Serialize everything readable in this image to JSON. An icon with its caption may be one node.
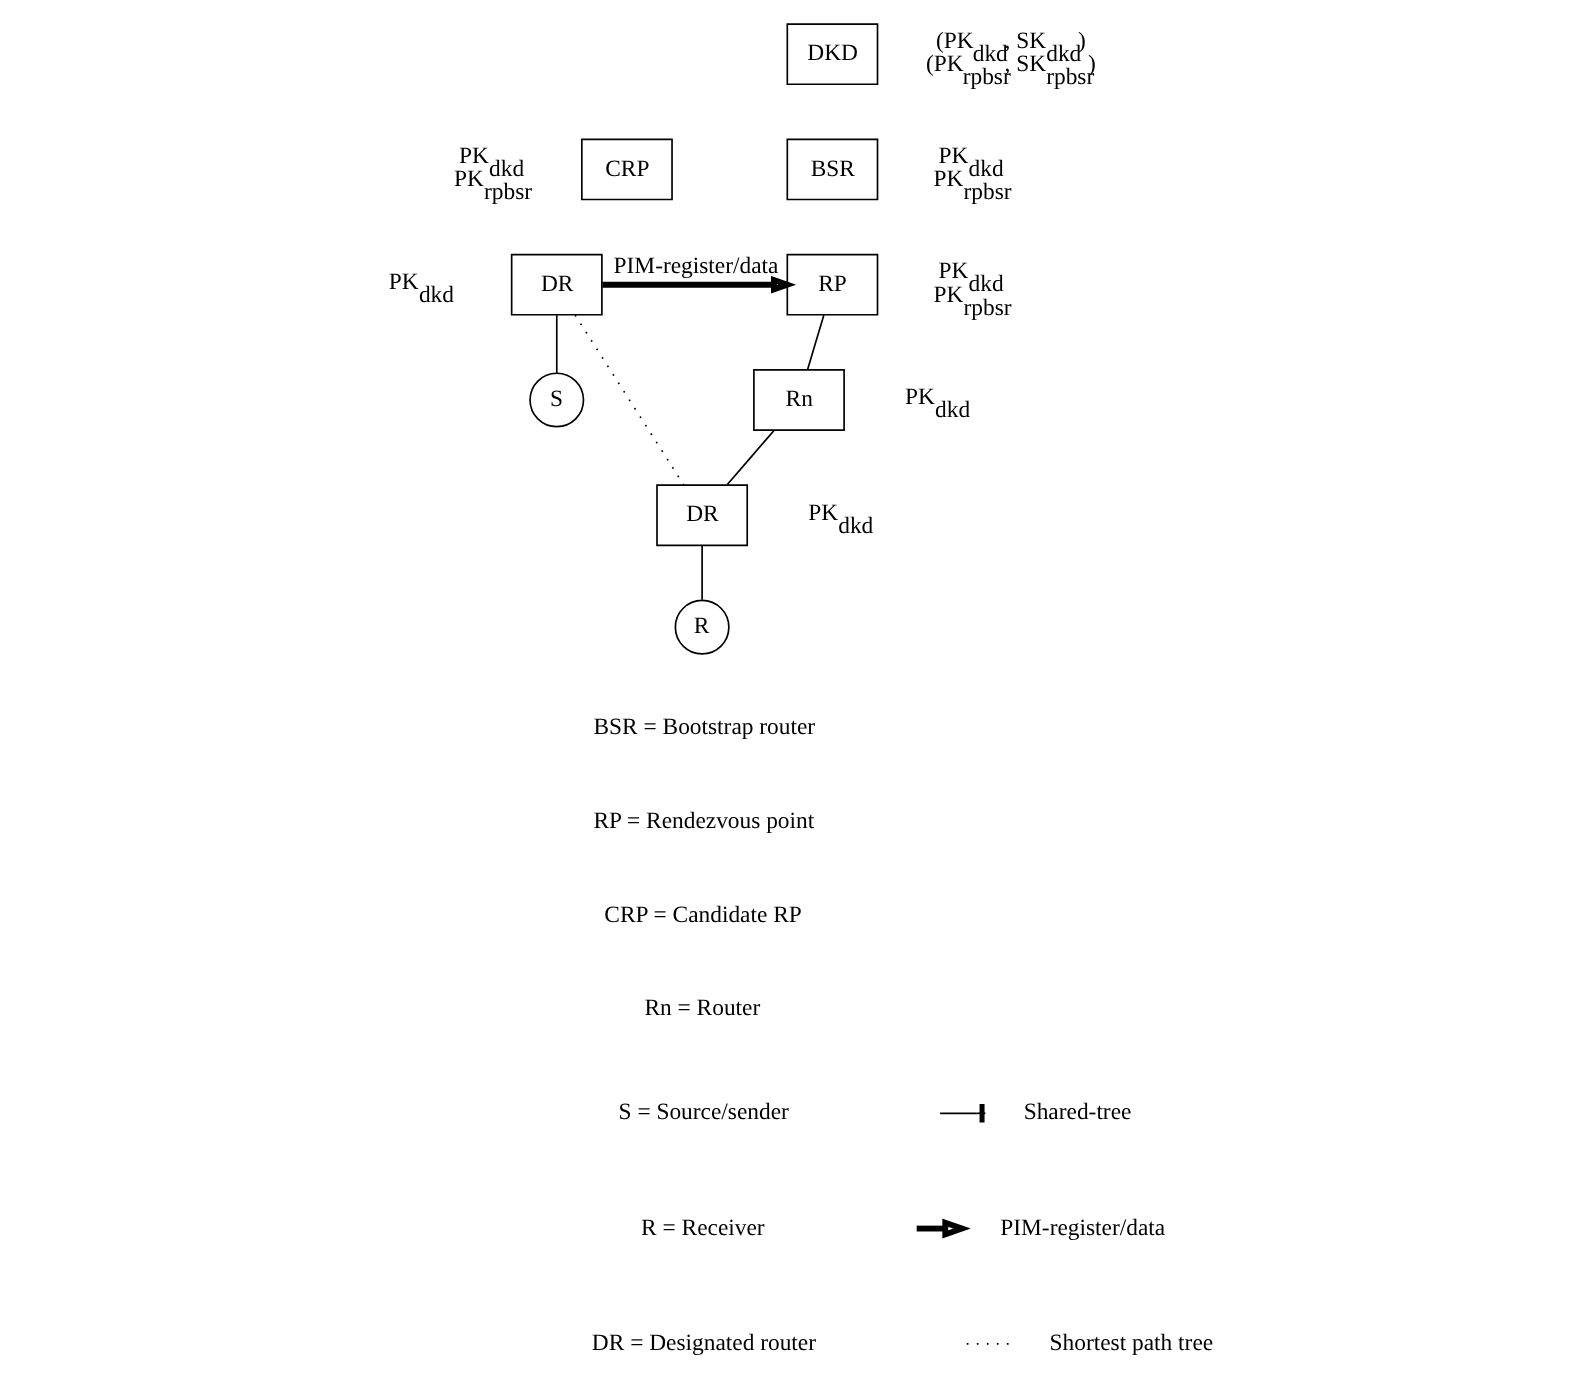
{
  "diagram": {
    "nodes": [
      {
        "text": [
          "DKD"
        ],
        "beside": [
          "(PK$_{dkd}$, SK$_{dkd}$)",
          "(PK$_{rpbsr}$, SK$_{rpbsr}$)"
        ]
      },
      {
        "text": [
          "CRP"
        ],
        "beside": [
          "PK$_{dkd}$",
          "PK$_{rpbsr}$"
        ]
      },
      {
        "text": [
          "BSR"
        ],
        "beside": [
          "PK$_{dkd}$",
          "PK$_{rpbsr}$"
        ]
      },
      {
        "text": [
          "DR"
        ],
        "beside": [
          "PK$_{dkd}$"
        ]
      },
      {
        "text": [
          "RP"
        ],
        "beside": [
          "PK$_{dkd}$",
          "PK$_{rpbsr}$"
        ]
      },
      {
        "text": [
          "S"
        ]
      },
      {
        "text": [
          "Rn"
        ],
        "beside": [
          "PK$_{dkd}$"
        ]
      },
      {
        "text": [
          "DR"
        ],
        "beside": [
          "PK$_{dkd}$"
        ]
      },
      {
        "text": [
          "R"
        ]
      }
    ],
    "edges": [
      {
        "from": 3,
        "to": 4,
        "arrow": "to",
        "label": "PIM-register/data",
        "style": "thick"
      },
      {
        "from": 3,
        "to": 5,
        "arrow": "none"
      },
      {
        "from": 3,
        "to": 7,
        "arrow": "none",
        "style": "dashed"
      },
      {
        "from": 4,
        "to": 6,
        "arrow": "none"
      },
      {
        "from": 6,
        "to": 7,
        "arrow": "none"
      },
      {
        "from": 7,
        "to": 8,
        "arrow": "none"
      }
    ],
    "labels": [
      "BSR = Bootstrap router",
      "RP = Rendezvous point",
      "CRP = Candidate RP",
      "Rn = Router",
      "S = Source/sender",
      "R = Receiver",
      "DR = Designated router"
    ],
    "legend": [
      {
        "text": "Shared-tree"
      },
      {
        "text": "PIM-register/data"
      },
      {
        "text": "Shortest path tree"
      }
    ]
  }
}
